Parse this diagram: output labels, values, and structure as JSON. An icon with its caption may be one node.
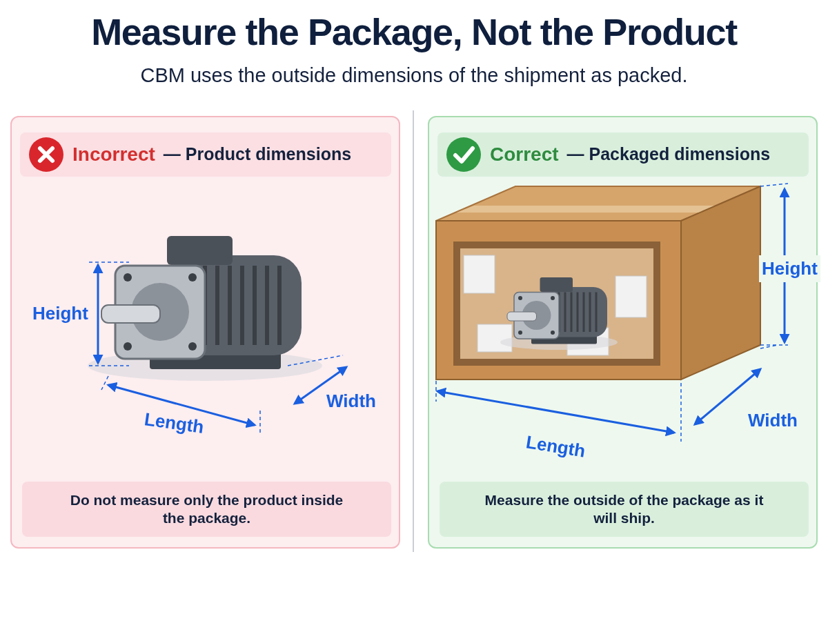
{
  "diagram": {
    "title": "Measure the Package, Not the Product",
    "caption": "CBM uses the outside dimensions of the shipment as packed.",
    "nodes": [
      {
        "text": [],
        "shape": "box"
      },
      {
        "text": [
          "Incorrect",
          "— Product dimensions"
        ],
        "in": 0
      },
      {
        "text": [
          "Do not measure only the product inside the package."
        ],
        "in": 0
      },
      {
        "text": [],
        "shape": "box"
      },
      {
        "text": [
          "Correct",
          "— Packaged dimensions"
        ],
        "in": 3
      },
      {
        "text": [
          "Measure the outside of the package as it will ship."
        ],
        "in": 3
      }
    ],
    "labels": [
      "Height",
      "Width",
      "Length",
      "Height",
      "Width",
      "Length"
    ]
  }
}
